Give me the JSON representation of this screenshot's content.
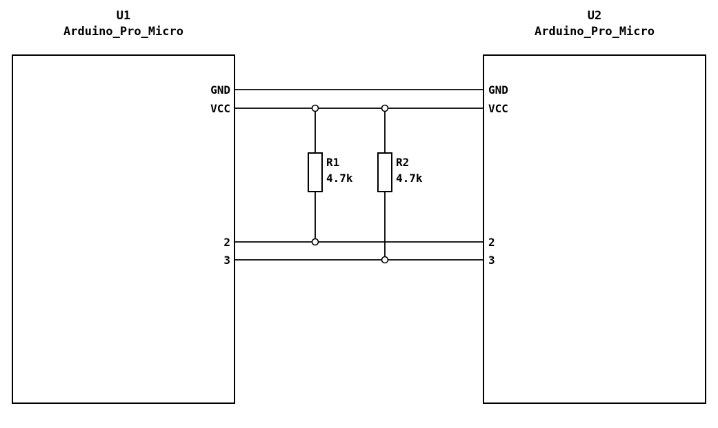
{
  "schematic": {
    "colors": {
      "background": "#ffffff",
      "stroke": "#000000"
    },
    "components": [
      {
        "reference": "U1",
        "value": "Arduino_Pro_Micro",
        "pins": [
          "GND",
          "VCC",
          "2",
          "3"
        ]
      },
      {
        "reference": "U2",
        "value": "Arduino_Pro_Micro",
        "pins": [
          "GND",
          "VCC",
          "2",
          "3"
        ]
      }
    ],
    "resistors": [
      {
        "reference": "R1",
        "value": "4.7k"
      },
      {
        "reference": "R2",
        "value": "4.7k"
      }
    ]
  }
}
